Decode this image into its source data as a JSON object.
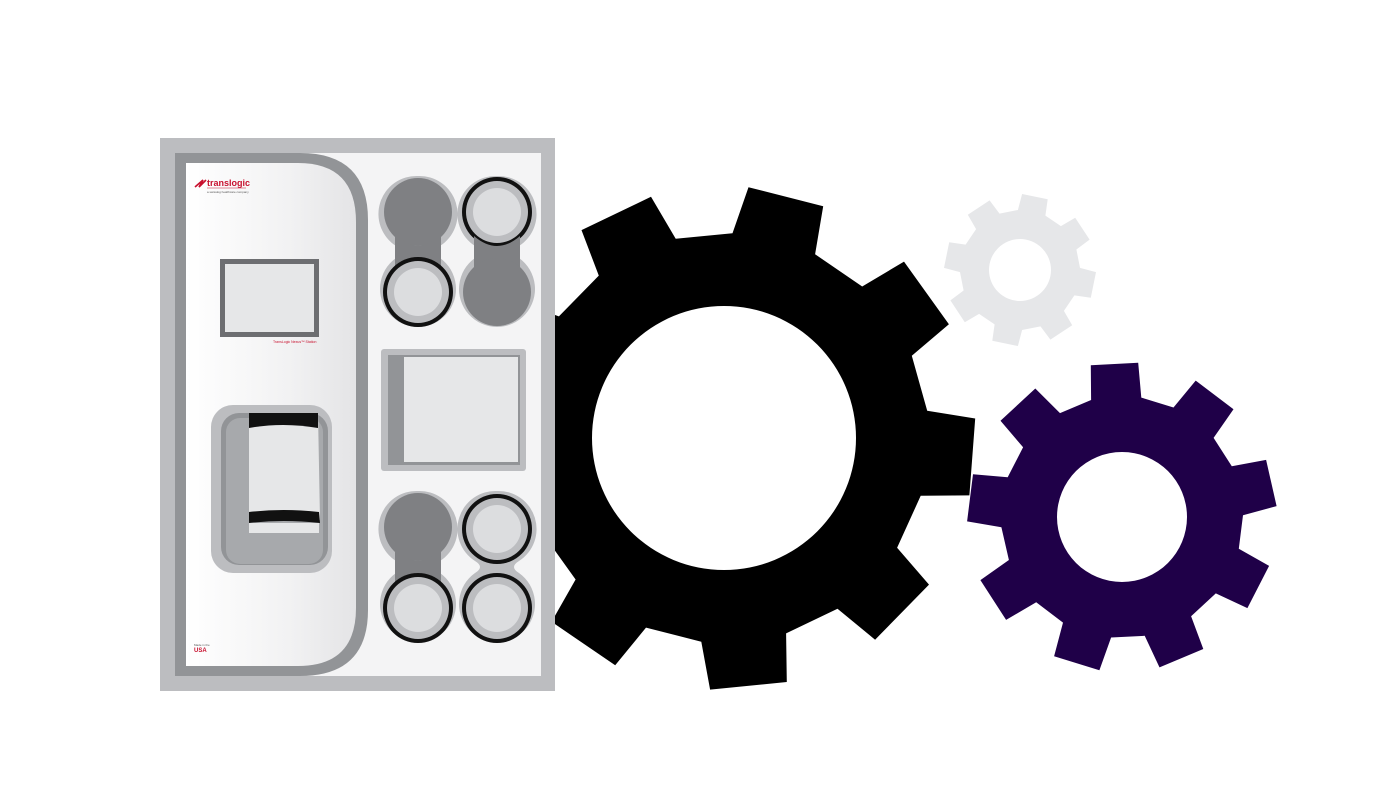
{
  "station": {
    "brand_name": "translogic",
    "brand_tagline": "a swisslog healthcare company",
    "screen_caption": "TransLogic Nexus™ Station",
    "origin_label_top": "Made in the",
    "origin_label_bottom": "USA"
  },
  "colors": {
    "brand_red": "#c8102e",
    "gear_large": "#000000",
    "gear_small_light": "#e6e7e9",
    "gear_medium": "#1f0048",
    "panel_frame": "#bcbdc0",
    "panel_inner": "#f4f4f5"
  },
  "icons": [
    "large-gear-icon",
    "small-gear-icon",
    "medium-gear-icon",
    "translogic-logo-icon"
  ]
}
